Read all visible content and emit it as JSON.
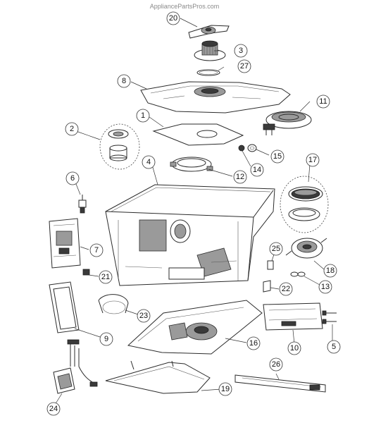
{
  "watermark": "AppliancePartsPros.com",
  "callouts": [
    "20",
    "3",
    "27",
    "8",
    "11",
    "1",
    "2",
    "15",
    "14",
    "12",
    "4",
    "17",
    "6",
    "25",
    "7",
    "18",
    "21",
    "22",
    "13",
    "23",
    "9",
    "16",
    "10",
    "5",
    "26",
    "19",
    "24"
  ]
}
